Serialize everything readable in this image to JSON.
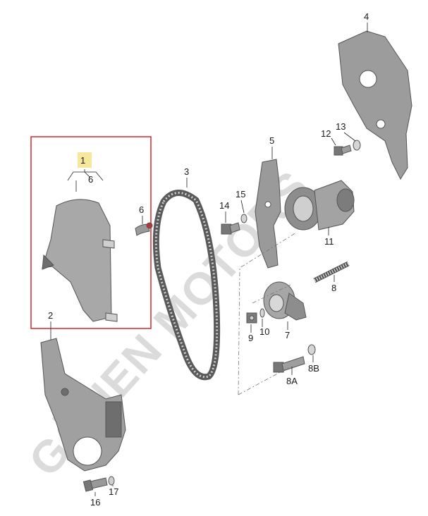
{
  "watermark": "GÖNEN MOTORS",
  "colors": {
    "highlight_box": "#d8262d",
    "label_highlight": "#f7e79a",
    "part_fill": "#a8a8a8",
    "part_dark": "#6e6e6e"
  },
  "callouts": {
    "p1": "1",
    "p1_sub": "6",
    "p2": "2",
    "p3": "3",
    "p4": "4",
    "p5": "5",
    "p6": "6",
    "p7": "7",
    "p8": "8",
    "p8a": "8A",
    "p8b": "8B",
    "p9": "9",
    "p10": "10",
    "p11": "11",
    "p12": "12",
    "p13": "13",
    "p14": "14",
    "p15": "15",
    "p16": "16",
    "p17": "17"
  }
}
